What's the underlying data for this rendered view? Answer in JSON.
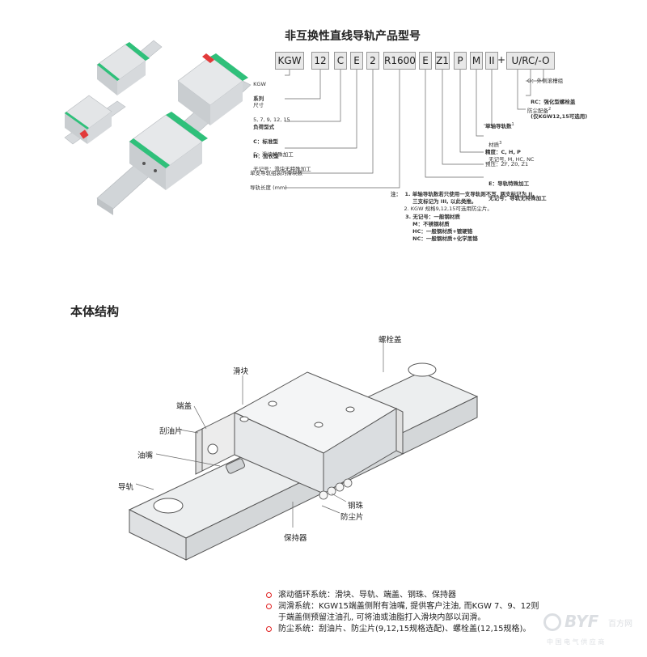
{
  "title": "非互换性直线导轨产品型号",
  "code_parts": [
    "KGW",
    "12",
    "C",
    "E",
    "2",
    "R1600",
    "E",
    "Z1",
    "P",
    "M",
    "II",
    "+",
    "U/RC/-O"
  ],
  "labels": {
    "series": [
      "KGW",
      "系列"
    ],
    "size": [
      "尺寸",
      "5, 7, 9, 12, 15"
    ],
    "load": [
      "负荷型式",
      "C：标准型",
      "H：加长型"
    ],
    "block_process": [
      "E：滑块特殊加工",
      "无记号：滑块无特殊加工"
    ],
    "blocks_per_rail": "单支导轨组装的滑块数",
    "rail_length": "导轨长度 (mm)",
    "o_mark": "O：外侧滚槽组",
    "rc": [
      "RC：强化型螺栓盖",
      "(仅KGW12,15可选用)"
    ],
    "dust": "防尘配备",
    "dust_sup": "2",
    "single_rail": "单轴导轨数",
    "single_rail_sup": "1",
    "material": [
      "材质",
      "无记号, M, HC, NC"
    ],
    "material_sup": "3",
    "precision": "精度：C, H, P",
    "preload": "预压：ZF, Z0, Z1",
    "rail_process": [
      "E：导轨特殊加工",
      "无记号：导轨无特殊加工"
    ]
  },
  "notes": [
    "注：  1. 单轴导轨数若只使用一支导轨则不写, 两支标记为 II,",
    "            三支标记为 III, 以此类推。",
    "        2. KGW 规格9,12,15可选用防尘片。",
    "        3. 无记号：一般钢材质",
    "            M：不锈钢材质",
    "            HC：一般钢材质+镀硬铬",
    "            NC：一般钢材质+化学黑铬"
  ],
  "structure_title": "本体结构",
  "callouts": {
    "bolt_cap": "螺栓盖",
    "block": "滑块",
    "end_cap": "端盖",
    "scraper": "刮油片",
    "nipple": "油嘴",
    "rail": "导轨",
    "ball": "钢珠",
    "dust_seal": "防尘片",
    "retainer": "保持器"
  },
  "bullets": [
    "滚动循环系统：滑块、导轨、端盖、钢珠、保持器",
    "润滑系统：KGW15端盖侧附有油嘴, 提供客户注油, 而KGW 7、9、12则",
    "于端盖侧预留注油孔, 可将油或油脂打入滑块内部以润滑。",
    "防尘系统：刮油片、防尘片(9,12,15规格选配)、螺栓盖(12,15规格)。"
  ],
  "watermark": {
    "main": "BYF",
    "sub": "百方网",
    "tagline": "中 国 电 气 供 应 商"
  },
  "colors": {
    "accent": "#e02020",
    "green": "#2fc07a",
    "rail": "#cfd3d6",
    "code_bg": "#e8e8e8"
  }
}
